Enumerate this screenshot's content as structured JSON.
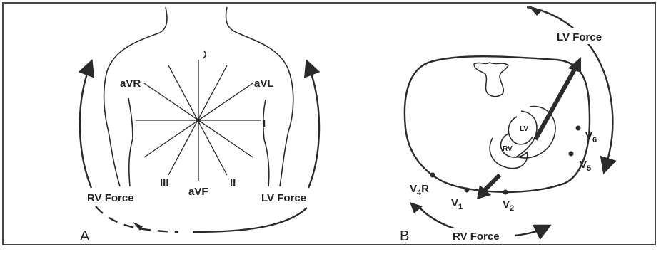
{
  "panel_a": {
    "panel_label": "A",
    "lead_labels": {
      "avr": "aVR",
      "avl": "aVL",
      "lead_i": "I",
      "lead_ii": "II",
      "lead_iii": "III",
      "avf": "aVF"
    },
    "rv_force": "RV Force",
    "lv_force": "LV Force"
  },
  "panel_b": {
    "panel_label": "B",
    "lv_force": "LV Force",
    "rv_force": "RV Force",
    "heart_lv": "LV",
    "heart_rv": "RV",
    "leads": {
      "v4r_main": "V",
      "v4r_sub": "4",
      "v4r_tail": "R",
      "v1_main": "V",
      "v1_sub": "1",
      "v2_main": "V",
      "v2_sub": "2",
      "v5_main": "V",
      "v5_sub": "5",
      "v6_main": "V",
      "v6_sub": "6"
    }
  },
  "colors": {
    "ink": "#2a2a2a",
    "frame": "#444444",
    "background": "#ffffff"
  }
}
